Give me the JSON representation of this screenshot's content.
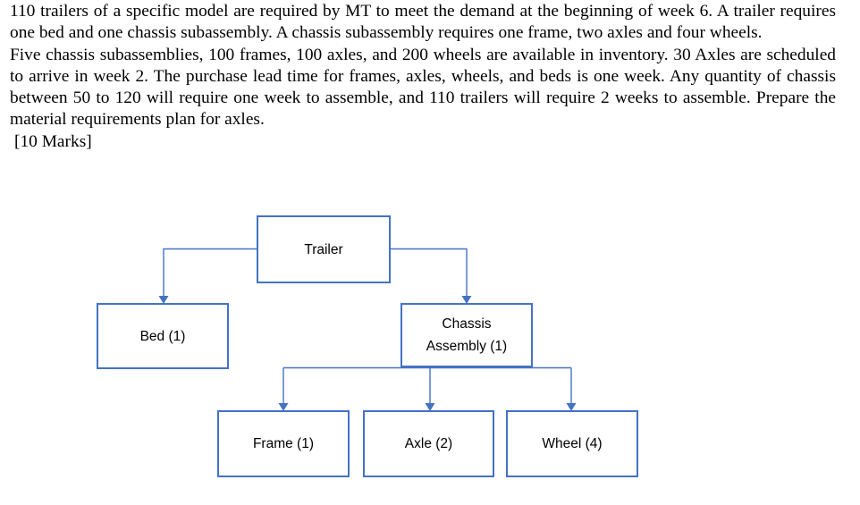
{
  "problem": {
    "paragraph1": "110 trailers of a specific model are required by MT to meet the demand at the beginning of week 6. A trailer requires one bed and one chassis subassembly. A chassis subassembly requires one frame, two axles and four wheels.",
    "paragraph2": "Five chassis subassemblies, 100 frames, 100 axles, and 200 wheels are available in inventory. 30 Axles are scheduled to arrive in week 2. The purchase lead time for frames, axles, wheels, and beds is one week. Any quantity of chassis between 50 to 120 will require one week to assemble, and 110 trailers will require 2 weeks to assemble. Prepare the material requirements plan for axles.",
    "marks": "[10 Marks]"
  },
  "diagram": {
    "nodes": {
      "trailer": {
        "label": "Trailer"
      },
      "bed": {
        "label": "Bed (1)"
      },
      "chassis": {
        "label": "Chassis Assembly (1)"
      },
      "frame": {
        "label": "Frame (1)"
      },
      "axle": {
        "label": "Axle (2)"
      },
      "wheel": {
        "label": "Wheel (4)"
      }
    },
    "colors": {
      "accent": "#4472C4",
      "text": "#000000"
    }
  }
}
